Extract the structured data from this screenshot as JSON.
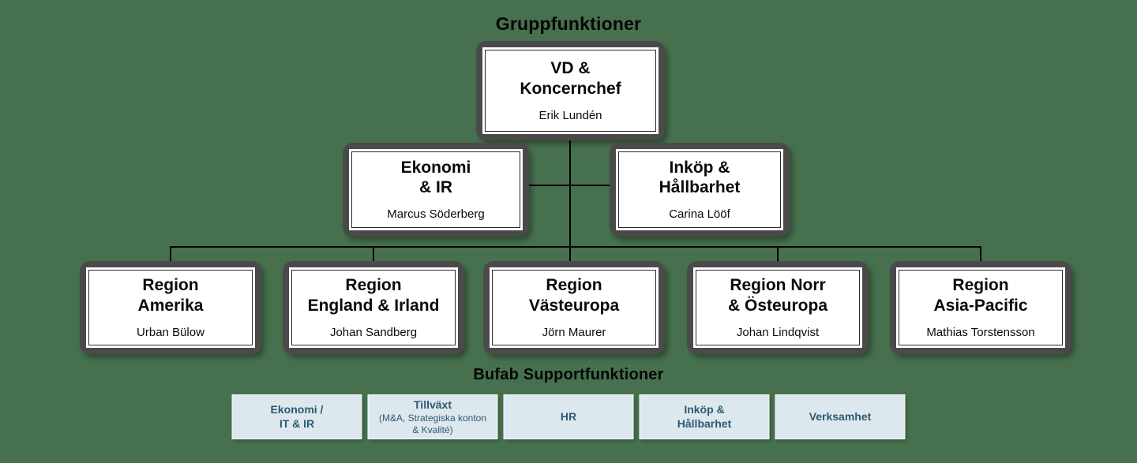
{
  "colors": {
    "bg": "#47714e",
    "frame": "#4a4a4a",
    "supportBg": "#dde8ee",
    "supportText": "#2d5971",
    "line": "#000000"
  },
  "sections": {
    "group_title": "Gruppfunktioner",
    "support_title": "Bufab Supportfunktioner"
  },
  "org": {
    "ceo": {
      "title": "VD &\nKoncernchef",
      "name": "Erik Lundén"
    },
    "staff": [
      {
        "title": "Ekonomi\n& IR",
        "name": "Marcus Söderberg"
      },
      {
        "title": "Inköp &\nHållbarhet",
        "name": "Carina Lööf"
      }
    ],
    "regions": [
      {
        "title": "Region\nAmerika",
        "name": "Urban Bülow"
      },
      {
        "title": "Region\nEngland & Irland",
        "name": "Johan Sandberg"
      },
      {
        "title": "Region\nVästeuropa",
        "name": "Jörn Maurer"
      },
      {
        "title": "Region Norr\n& Östeuropa",
        "name": "Johan Lindqvist"
      },
      {
        "title": "Region\nAsia-Pacific",
        "name": "Mathias Torstensson"
      }
    ]
  },
  "support": {
    "items": [
      {
        "label": "Ekonomi /\nIT & IR",
        "sub": ""
      },
      {
        "label": "Tillväxt",
        "sub": "(M&A, Strategiska konton\n& Kvalité)"
      },
      {
        "label": "HR",
        "sub": ""
      },
      {
        "label": "Inköp &\nHållbarhet",
        "sub": ""
      },
      {
        "label": "Verksamhet",
        "sub": ""
      }
    ]
  }
}
